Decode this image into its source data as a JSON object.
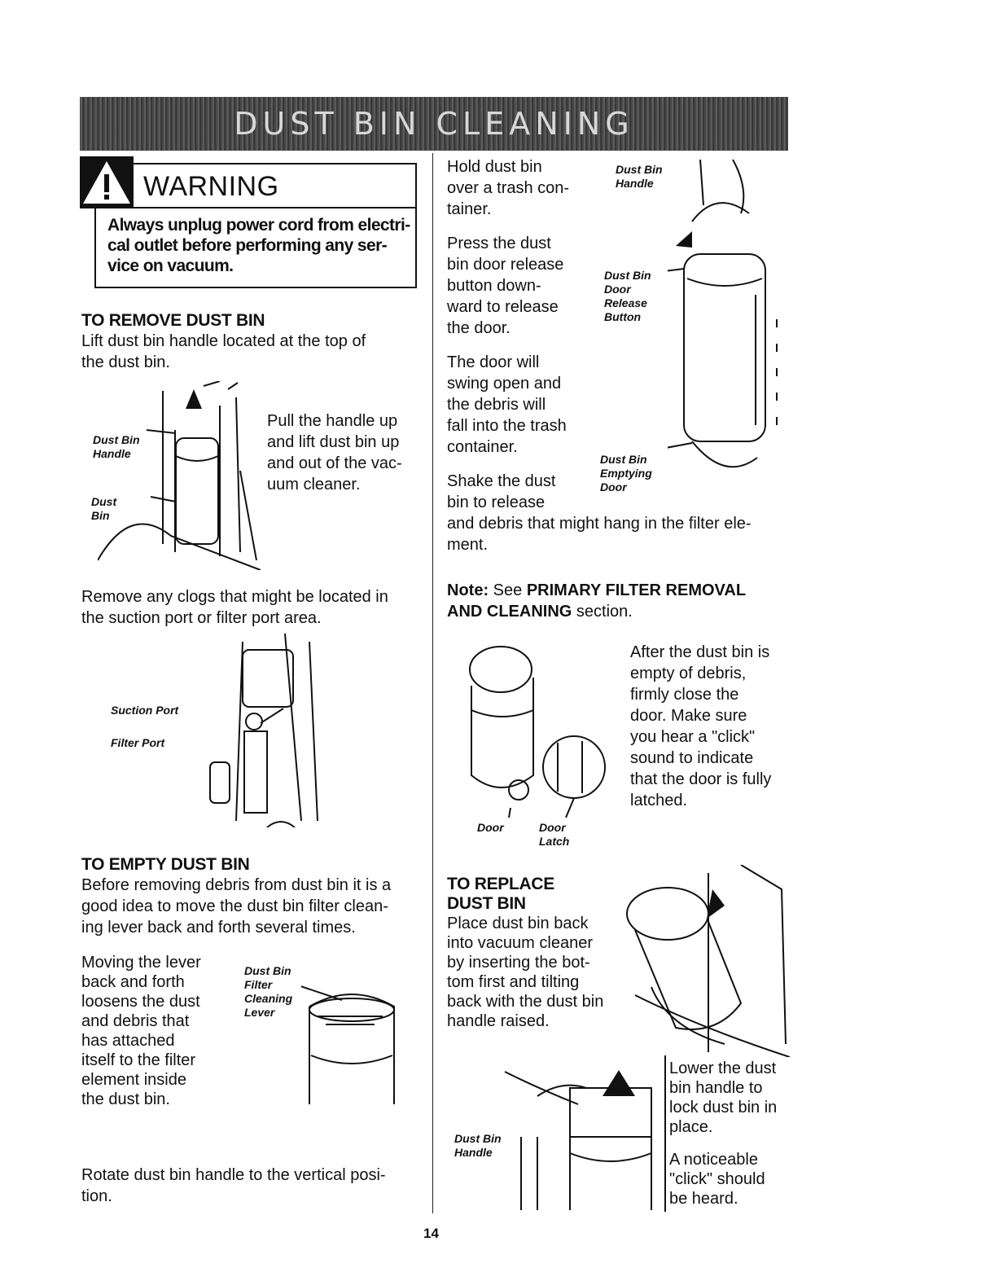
{
  "banner": {
    "title": "DUST BIN CLEANING"
  },
  "warning": {
    "title": "WARNING",
    "text": "Always unplug power cord from electri-cal outlet before performing any ser-vice on vacuum."
  },
  "remove": {
    "heading": "TO REMOVE DUST BIN",
    "intro_lines": [
      "Lift dust bin handle located at the top of",
      "the dust bin."
    ],
    "pull_lines": [
      "Pull the handle up",
      "and lift dust bin up",
      "and out of the vac-",
      "uum cleaner."
    ],
    "label_handle": [
      "Dust Bin",
      "Handle"
    ],
    "label_bin": [
      "Dust",
      "Bin"
    ],
    "clogs_lines": [
      "Remove any clogs that might be located in",
      "the suction port or filter port area."
    ],
    "label_suction": "Suction Port",
    "label_filter": "Filter Port"
  },
  "empty": {
    "heading": "TO EMPTY DUST BIN",
    "intro_lines": [
      "Before removing debris from dust bin it is a",
      "good idea to move the dust bin filter clean-",
      "ing lever back and forth several times."
    ],
    "lever_lines": [
      "Moving the lever",
      "back and forth",
      "loosens the dust",
      "and debris that",
      "has attached",
      "itself to the filter",
      "element inside",
      "the dust bin."
    ],
    "label_lever": [
      "Dust Bin",
      "Filter",
      "Cleaning",
      "Lever"
    ],
    "rotate_lines": [
      "Rotate dust bin handle to the vertical posi-",
      "tion."
    ]
  },
  "right": {
    "hold_lines": [
      "Hold dust bin",
      "over a trash con-",
      "tainer."
    ],
    "press_lines": [
      "Press the dust",
      "bin door release",
      "button down-",
      "ward to release",
      "the door."
    ],
    "swing_lines": [
      "The door will",
      "swing open and",
      "the debris will",
      "fall into the trash",
      "container."
    ],
    "shake_lines": [
      "Shake the dust",
      "bin to release"
    ],
    "shake_cont_lines": [
      "and debris that might hang in the filter ele-",
      "ment."
    ],
    "label_handle": [
      "Dust Bin",
      "Handle"
    ],
    "label_release": [
      "Dust Bin",
      "Door",
      "Release",
      "Button"
    ],
    "label_emptying": [
      "Dust Bin",
      "Emptying",
      "Door"
    ],
    "note_prefix": "Note:",
    "note_mid": " See ",
    "note_bold_1": "PRIMARY FILTER REMOVAL",
    "note_bold_2": "AND CLEANING",
    "note_suffix": " section.",
    "close_lines": [
      "After the dust bin is",
      "empty of debris,",
      "firmly close the",
      "door. Make sure",
      "you hear a \"click\"",
      "sound to indicate",
      "that the door is fully",
      "latched."
    ],
    "label_door": "Door",
    "label_latch": [
      "Door",
      "Latch"
    ]
  },
  "replace": {
    "heading_lines": [
      "TO REPLACE",
      "DUST BIN"
    ],
    "body_lines": [
      "Place dust bin back",
      "into vacuum cleaner",
      "by inserting the bot-",
      "tom first and tilting",
      "back with the dust bin",
      "handle raised."
    ],
    "lower_lines": [
      "Lower the dust",
      "bin handle to",
      "lock dust bin in",
      "place."
    ],
    "click_lines": [
      "A noticeable",
      "\"click\" should",
      "be heard."
    ],
    "label_handle": [
      "Dust Bin",
      "Handle"
    ]
  },
  "page_number": "14"
}
